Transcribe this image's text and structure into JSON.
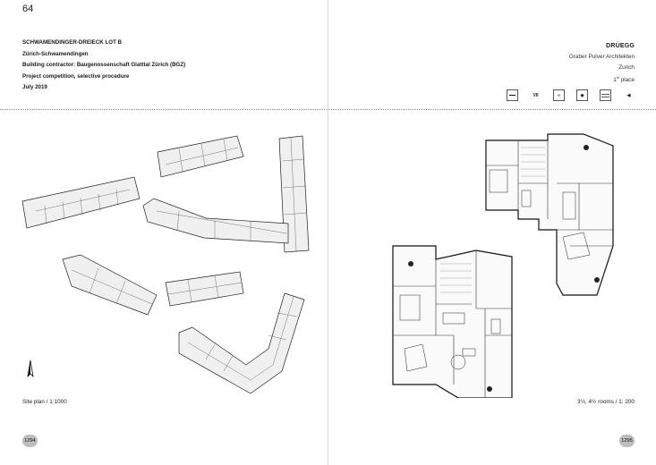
{
  "left_page": {
    "page_number": "64",
    "project_title": "SCHWAMENDINGER-DREIECK LOT B",
    "location": "Zürich-Schwamendingen",
    "contractor": "Building contractor: Baugenossenschaft Glatttal Zürich (BGZ)",
    "procedure": "Project competition, selective procedure",
    "date": "July 2019",
    "caption": "Site plan / 1:1000",
    "folio": "1294"
  },
  "right_page": {
    "project_name": "DRÜEGG",
    "architect": "Graber Pulver Architekten",
    "city": "Zurich",
    "place_num": "1",
    "place_suffix": "st",
    "place_word": "place",
    "icons": [
      {
        "name": "minus-icon",
        "label": ""
      },
      {
        "name": "roman-seven-icon",
        "label": "VII"
      },
      {
        "name": "compass-grid-icon",
        "label": ""
      },
      {
        "name": "diamond-icon",
        "label": ""
      },
      {
        "name": "stack-icon",
        "label": ""
      },
      {
        "name": "flag-icon",
        "label": ""
      }
    ],
    "caption": "3½, 4½ rooms / 1: 200",
    "folio": "1295"
  }
}
